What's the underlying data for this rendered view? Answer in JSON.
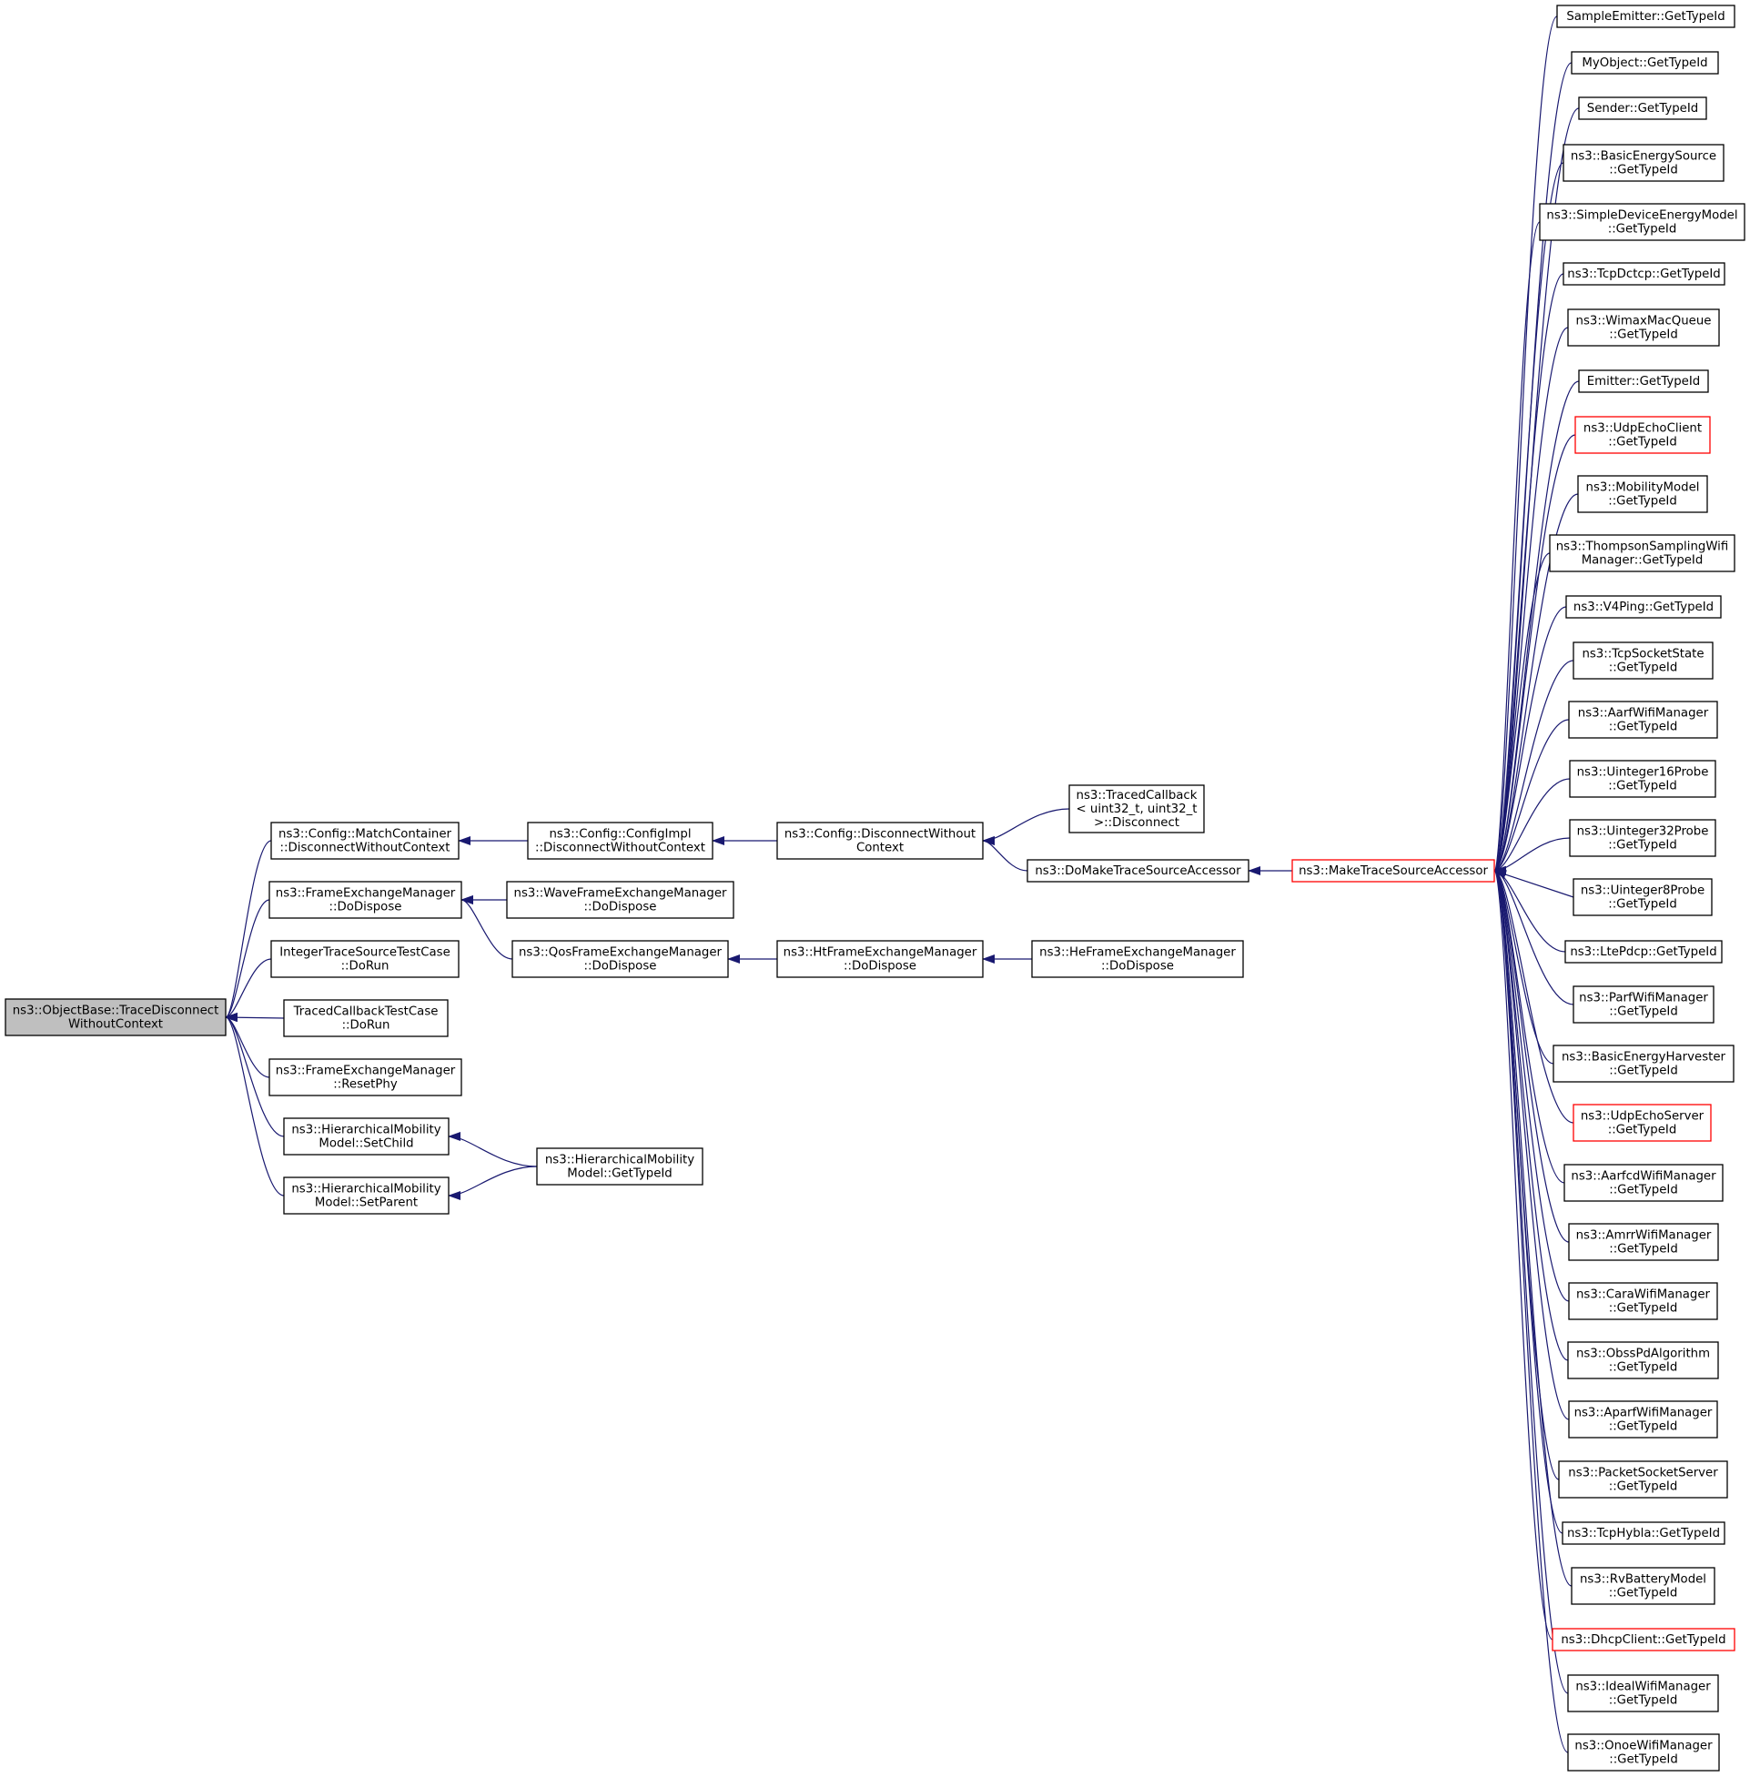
{
  "diagram": {
    "edge_color": "#191970",
    "nodes": [
      {
        "id": "root",
        "lines": [
          "ns3::ObjectBase::TraceDisconnect",
          "WithoutContext"
        ],
        "style": "focus"
      },
      {
        "id": "matchcontainer",
        "lines": [
          "ns3::Config::MatchContainer",
          "::DisconnectWithoutContext"
        ],
        "style": "normal"
      },
      {
        "id": "fem_dodispose",
        "lines": [
          "ns3::FrameExchangeManager",
          "::DoDispose"
        ],
        "style": "normal"
      },
      {
        "id": "integertrace",
        "lines": [
          "IntegerTraceSourceTestCase",
          "::DoRun"
        ],
        "style": "normal"
      },
      {
        "id": "tracedcbtest",
        "lines": [
          "TracedCallbackTestCase",
          "::DoRun"
        ],
        "style": "normal"
      },
      {
        "id": "fem_resetphy",
        "lines": [
          "ns3::FrameExchangeManager",
          "::ResetPhy"
        ],
        "style": "normal"
      },
      {
        "id": "hm_setchild",
        "lines": [
          "ns3::HierarchicalMobility",
          "Model::SetChild"
        ],
        "style": "normal"
      },
      {
        "id": "hm_setparent",
        "lines": [
          "ns3::HierarchicalMobility",
          "Model::SetParent"
        ],
        "style": "normal"
      },
      {
        "id": "configimpl",
        "lines": [
          "ns3::Config::ConfigImpl",
          "::DisconnectWithoutContext"
        ],
        "style": "normal"
      },
      {
        "id": "wavefem",
        "lines": [
          "ns3::WaveFrameExchangeManager",
          "::DoDispose"
        ],
        "style": "normal"
      },
      {
        "id": "qosfem",
        "lines": [
          "ns3::QosFrameExchangeManager",
          "::DoDispose"
        ],
        "style": "normal"
      },
      {
        "id": "hm_gettypeid",
        "lines": [
          "ns3::HierarchicalMobility",
          "Model::GetTypeId"
        ],
        "style": "normal"
      },
      {
        "id": "config_disconnect",
        "lines": [
          "ns3::Config::DisconnectWithout",
          "Context"
        ],
        "style": "normal"
      },
      {
        "id": "htfem",
        "lines": [
          "ns3::HtFrameExchangeManager",
          "::DoDispose"
        ],
        "style": "normal"
      },
      {
        "id": "tracedcallback",
        "lines": [
          "ns3::TracedCallback",
          "< uint32_t, uint32_t",
          ">::Disconnect"
        ],
        "style": "normal"
      },
      {
        "id": "domake",
        "lines": [
          "ns3::DoMakeTraceSourceAccessor"
        ],
        "style": "normal"
      },
      {
        "id": "hefem",
        "lines": [
          "ns3::HeFrameExchangeManager",
          "::DoDispose"
        ],
        "style": "normal"
      },
      {
        "id": "make",
        "lines": [
          "ns3::MakeTraceSourceAccessor"
        ],
        "style": "red"
      },
      {
        "id": "r0",
        "lines": [
          "SampleEmitter::GetTypeId"
        ],
        "style": "normal"
      },
      {
        "id": "r1",
        "lines": [
          "MyObject::GetTypeId"
        ],
        "style": "normal"
      },
      {
        "id": "r2",
        "lines": [
          "Sender::GetTypeId"
        ],
        "style": "normal"
      },
      {
        "id": "r3",
        "lines": [
          "ns3::BasicEnergySource",
          "::GetTypeId"
        ],
        "style": "normal"
      },
      {
        "id": "r4",
        "lines": [
          "ns3::SimpleDeviceEnergyModel",
          "::GetTypeId"
        ],
        "style": "normal"
      },
      {
        "id": "r5",
        "lines": [
          "ns3::TcpDctcp::GetTypeId"
        ],
        "style": "normal"
      },
      {
        "id": "r6",
        "lines": [
          "ns3::WimaxMacQueue",
          "::GetTypeId"
        ],
        "style": "normal"
      },
      {
        "id": "r7",
        "lines": [
          "Emitter::GetTypeId"
        ],
        "style": "normal"
      },
      {
        "id": "r8",
        "lines": [
          "ns3::UdpEchoClient",
          "::GetTypeId"
        ],
        "style": "red"
      },
      {
        "id": "r9",
        "lines": [
          "ns3::MobilityModel",
          "::GetTypeId"
        ],
        "style": "normal"
      },
      {
        "id": "r10",
        "lines": [
          "ns3::ThompsonSamplingWifi",
          "Manager::GetTypeId"
        ],
        "style": "normal"
      },
      {
        "id": "r11",
        "lines": [
          "ns3::V4Ping::GetTypeId"
        ],
        "style": "normal"
      },
      {
        "id": "r12",
        "lines": [
          "ns3::TcpSocketState",
          "::GetTypeId"
        ],
        "style": "normal"
      },
      {
        "id": "r13",
        "lines": [
          "ns3::AarfWifiManager",
          "::GetTypeId"
        ],
        "style": "normal"
      },
      {
        "id": "r14",
        "lines": [
          "ns3::Uinteger16Probe",
          "::GetTypeId"
        ],
        "style": "normal"
      },
      {
        "id": "r15",
        "lines": [
          "ns3::Uinteger32Probe",
          "::GetTypeId"
        ],
        "style": "normal"
      },
      {
        "id": "r16",
        "lines": [
          "ns3::Uinteger8Probe",
          "::GetTypeId"
        ],
        "style": "normal"
      },
      {
        "id": "r17",
        "lines": [
          "ns3::LtePdcp::GetTypeId"
        ],
        "style": "normal"
      },
      {
        "id": "r18",
        "lines": [
          "ns3::ParfWifiManager",
          "::GetTypeId"
        ],
        "style": "normal"
      },
      {
        "id": "r19",
        "lines": [
          "ns3::BasicEnergyHarvester",
          "::GetTypeId"
        ],
        "style": "normal"
      },
      {
        "id": "r20",
        "lines": [
          "ns3::UdpEchoServer",
          "::GetTypeId"
        ],
        "style": "red"
      },
      {
        "id": "r21",
        "lines": [
          "ns3::AarfcdWifiManager",
          "::GetTypeId"
        ],
        "style": "normal"
      },
      {
        "id": "r22",
        "lines": [
          "ns3::AmrrWifiManager",
          "::GetTypeId"
        ],
        "style": "normal"
      },
      {
        "id": "r23",
        "lines": [
          "ns3::CaraWifiManager",
          "::GetTypeId"
        ],
        "style": "normal"
      },
      {
        "id": "r24",
        "lines": [
          "ns3::ObssPdAlgorithm",
          "::GetTypeId"
        ],
        "style": "normal"
      },
      {
        "id": "r25",
        "lines": [
          "ns3::AparfWifiManager",
          "::GetTypeId"
        ],
        "style": "normal"
      },
      {
        "id": "r26",
        "lines": [
          "ns3::PacketSocketServer",
          "::GetTypeId"
        ],
        "style": "normal"
      },
      {
        "id": "r27",
        "lines": [
          "ns3::TcpHybla::GetTypeId"
        ],
        "style": "normal"
      },
      {
        "id": "r28",
        "lines": [
          "ns3::RvBatteryModel",
          "::GetTypeId"
        ],
        "style": "normal"
      },
      {
        "id": "r29",
        "lines": [
          "ns3::DhcpClient::GetTypeId"
        ],
        "style": "red"
      },
      {
        "id": "r30",
        "lines": [
          "ns3::IdealWifiManager",
          "::GetTypeId"
        ],
        "style": "normal"
      },
      {
        "id": "r31",
        "lines": [
          "ns3::OnoeWifiManager",
          "::GetTypeId"
        ],
        "style": "normal"
      }
    ],
    "edges": [
      {
        "from": "matchcontainer",
        "to": "root"
      },
      {
        "from": "fem_dodispose",
        "to": "root"
      },
      {
        "from": "integertrace",
        "to": "root"
      },
      {
        "from": "tracedcbtest",
        "to": "root"
      },
      {
        "from": "fem_resetphy",
        "to": "root"
      },
      {
        "from": "hm_setchild",
        "to": "root"
      },
      {
        "from": "hm_setparent",
        "to": "root"
      },
      {
        "from": "configimpl",
        "to": "matchcontainer"
      },
      {
        "from": "wavefem",
        "to": "fem_dodispose"
      },
      {
        "from": "qosfem",
        "to": "fem_dodispose"
      },
      {
        "from": "hm_gettypeid",
        "to": "hm_setchild"
      },
      {
        "from": "hm_gettypeid",
        "to": "hm_setparent"
      },
      {
        "from": "config_disconnect",
        "to": "configimpl"
      },
      {
        "from": "htfem",
        "to": "qosfem"
      },
      {
        "from": "tracedcallback",
        "to": "config_disconnect"
      },
      {
        "from": "domake",
        "to": "config_disconnect"
      },
      {
        "from": "hefem",
        "to": "htfem"
      },
      {
        "from": "make",
        "to": "domake"
      },
      {
        "from": "r0",
        "to": "make"
      },
      {
        "from": "r1",
        "to": "make"
      },
      {
        "from": "r2",
        "to": "make"
      },
      {
        "from": "r3",
        "to": "make"
      },
      {
        "from": "r4",
        "to": "make"
      },
      {
        "from": "r5",
        "to": "make"
      },
      {
        "from": "r6",
        "to": "make"
      },
      {
        "from": "r7",
        "to": "make"
      },
      {
        "from": "r8",
        "to": "make"
      },
      {
        "from": "r9",
        "to": "make"
      },
      {
        "from": "r10",
        "to": "make"
      },
      {
        "from": "r11",
        "to": "make"
      },
      {
        "from": "r12",
        "to": "make"
      },
      {
        "from": "r13",
        "to": "make"
      },
      {
        "from": "r14",
        "to": "make"
      },
      {
        "from": "r15",
        "to": "make"
      },
      {
        "from": "r16",
        "to": "make"
      },
      {
        "from": "r17",
        "to": "make"
      },
      {
        "from": "r18",
        "to": "make"
      },
      {
        "from": "r19",
        "to": "make"
      },
      {
        "from": "r20",
        "to": "make"
      },
      {
        "from": "r21",
        "to": "make"
      },
      {
        "from": "r22",
        "to": "make"
      },
      {
        "from": "r23",
        "to": "make"
      },
      {
        "from": "r24",
        "to": "make"
      },
      {
        "from": "r25",
        "to": "make"
      },
      {
        "from": "r26",
        "to": "make"
      },
      {
        "from": "r27",
        "to": "make"
      },
      {
        "from": "r28",
        "to": "make"
      },
      {
        "from": "r29",
        "to": "make"
      },
      {
        "from": "r30",
        "to": "make"
      },
      {
        "from": "r31",
        "to": "make"
      }
    ]
  }
}
